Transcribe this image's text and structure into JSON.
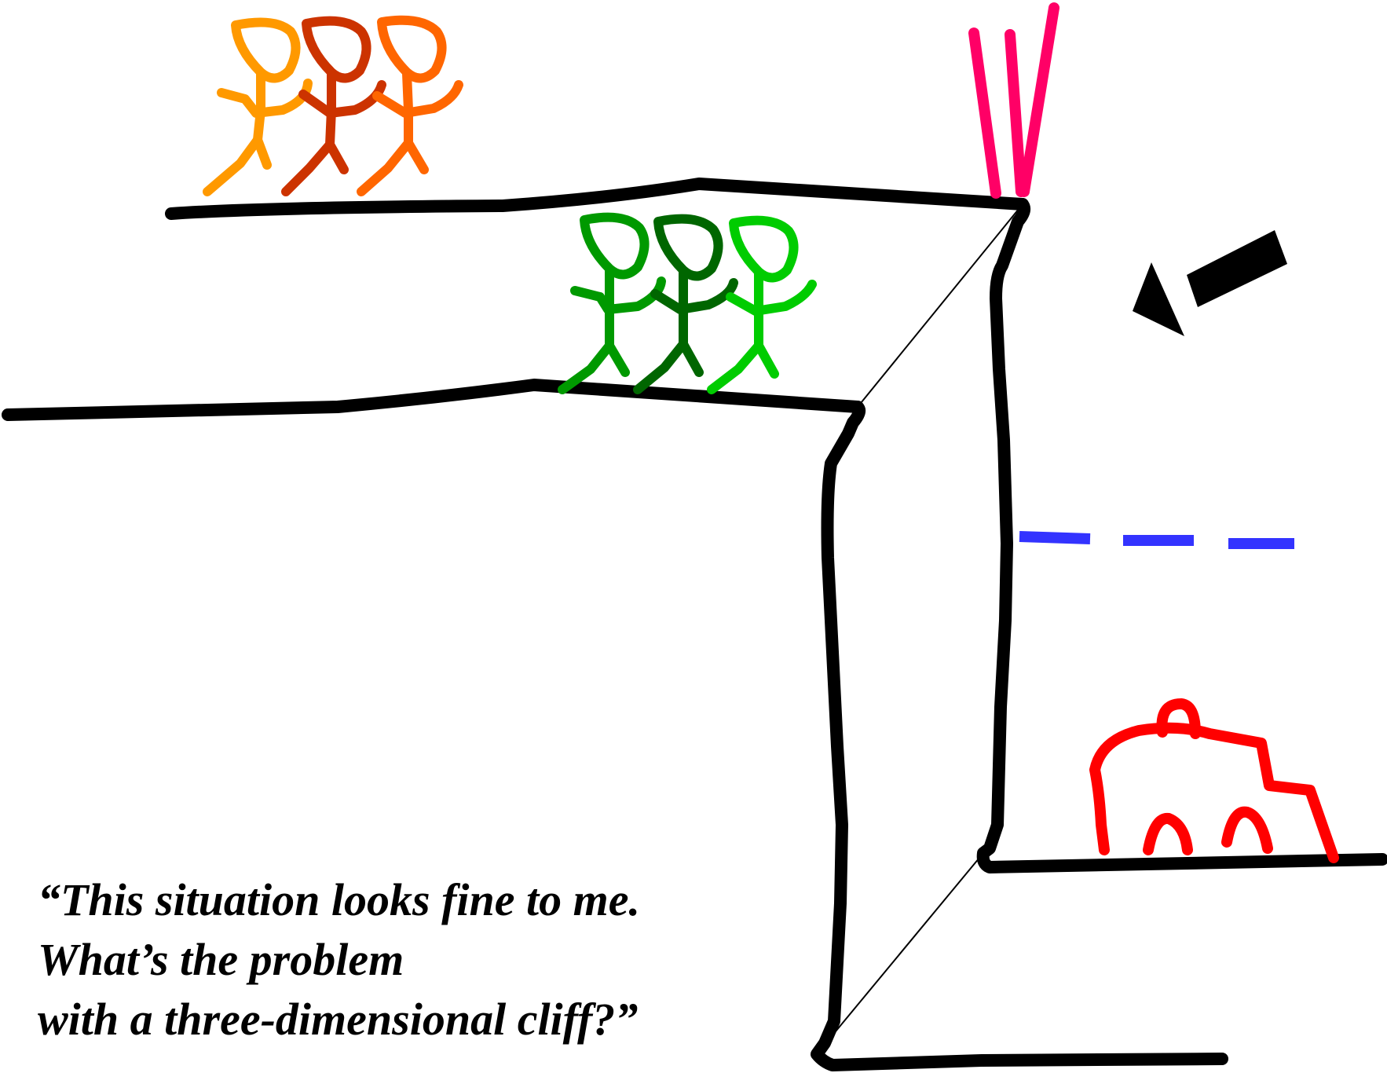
{
  "caption": {
    "lines": [
      "“This situation looks fine to me.",
      "What’s the problem",
      "with a three-dimensional cliff?”"
    ]
  },
  "colors": {
    "cliff": "#000000",
    "upper_group": [
      "#ff9900",
      "#cc3300",
      "#ff6600"
    ],
    "lower_group": [
      "#009900",
      "#006600",
      "#00cc00"
    ],
    "sensor": "#ff0066",
    "dashed_line": "#3333ff",
    "car": "#ff0000"
  },
  "icons": {
    "arrow": "arrow-icon",
    "car": "car-icon",
    "sensor": "sensor-icon"
  }
}
